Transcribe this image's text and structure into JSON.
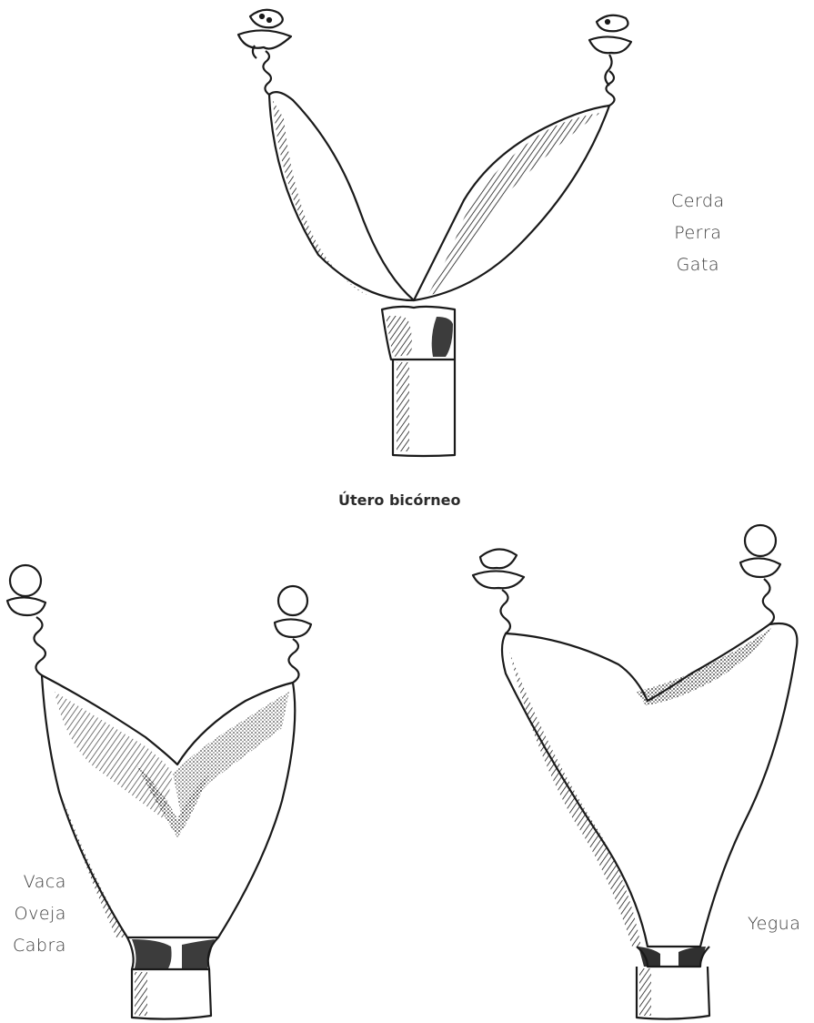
{
  "diagrams": {
    "bicornuate": {
      "caption": "Útero bicórneo",
      "species": [
        "Cerda",
        "Perra",
        "Gata"
      ]
    },
    "ruminant": {
      "species": [
        "Vaca",
        "Oveja",
        "Cabra"
      ]
    },
    "mare": {
      "species": [
        "Yegua"
      ]
    }
  },
  "colors": {
    "ink": "#1a1a1a",
    "text": "#3a3a3a",
    "background": "#ffffff"
  }
}
